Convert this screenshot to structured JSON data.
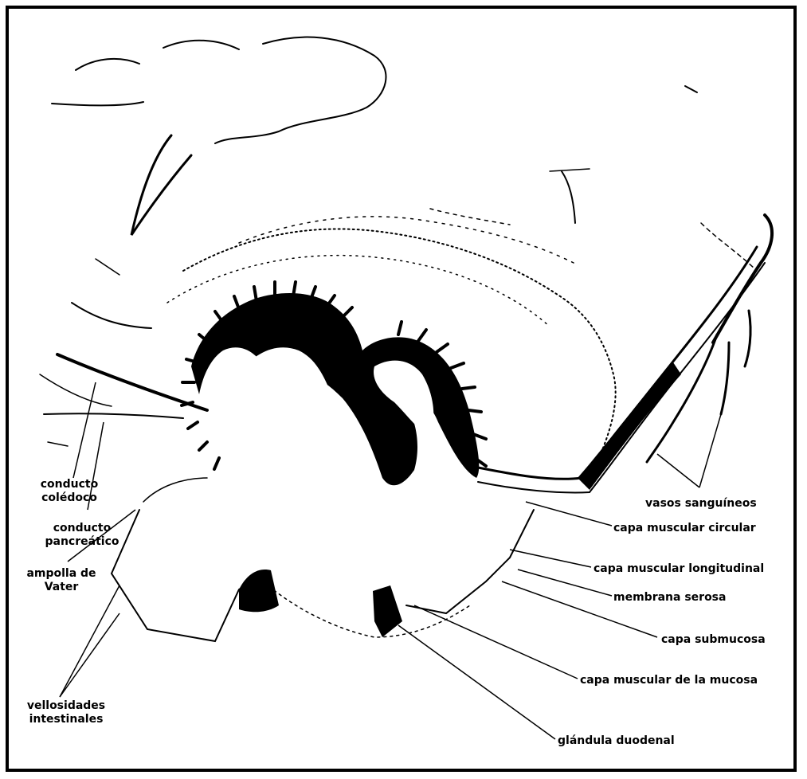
{
  "labels": {
    "conducto_coledoco": [
      "conducto",
      "colédoco"
    ],
    "conducto_pancreatico": [
      "conducto",
      "pancreático"
    ],
    "ampolla_vater": [
      "ampolla de",
      "Vater"
    ],
    "vellosidades": [
      "vellosidades",
      "intestinales"
    ],
    "vasos": "vasos sanguíneos",
    "capa_circular": "capa muscular circular",
    "capa_longitudinal": "capa muscular longitudinal",
    "membrana_serosa": "membrana serosa",
    "capa_submucosa": "capa submucosa",
    "capa_muscular_mucosa": "capa muscular de la mucosa",
    "glandula": "glándula duodenal"
  },
  "colors": {
    "ink": "#000000",
    "paper": "#ffffff"
  }
}
